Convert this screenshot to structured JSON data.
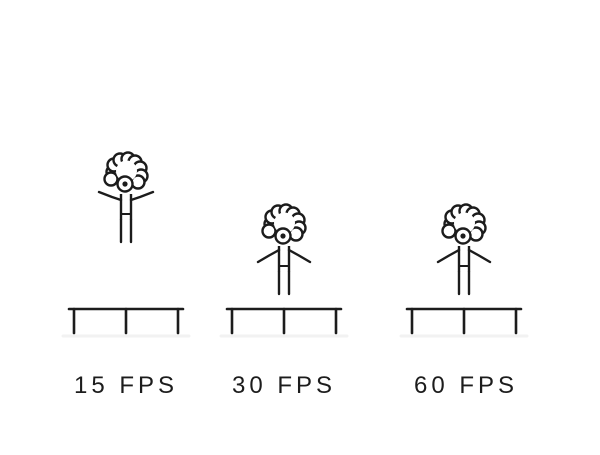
{
  "labels": [
    "15 FPS",
    "30 FPS",
    "60 FPS"
  ],
  "colors": {
    "ink": "#1c1c1c",
    "shadow": "#f2f2f2",
    "background": "#ffffff"
  },
  "icons": [
    "stick-figure-icon",
    "trampoline-icon",
    "curly-hair-icon"
  ]
}
